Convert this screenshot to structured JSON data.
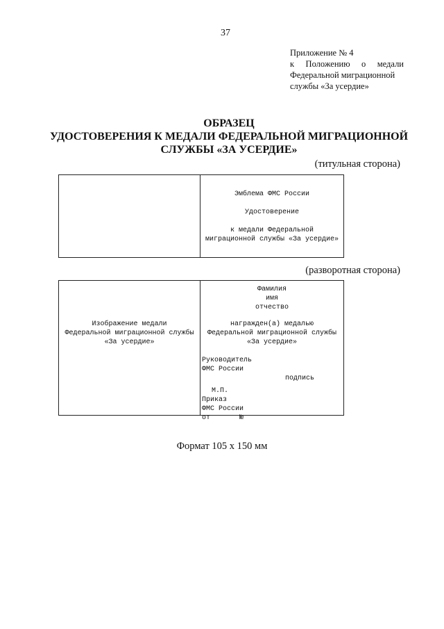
{
  "page_number": "37",
  "appendix": {
    "line1": "Приложение № 4",
    "line2": "к   Положению   о   медали",
    "line3": "Федеральной миграционной",
    "line4": "службы «За усердие»"
  },
  "title": {
    "line1": "ОБРАЗЕЦ",
    "line2": "УДОСТОВЕРЕНИЯ К МЕДАЛИ ФЕДЕРАЛЬНОЙ МИГРАЦИОННОЙ",
    "line3": "СЛУЖБЫ «ЗА УСЕРДИЕ»"
  },
  "front_side": {
    "label": "(титульная сторона)",
    "emblem": "Эмблема ФМС России",
    "certificate": "Удостоверение",
    "medal_line1": "к медали Федеральной",
    "medal_line2": "миграционной службы «За усердие»"
  },
  "spread_side": {
    "label": "(разворотная сторона)",
    "left": {
      "line1": "Изображение медали",
      "line2": "Федеральной миграционной службы",
      "line3": "«За усердие»"
    },
    "right": {
      "surname": "Фамилия",
      "name": "имя",
      "patronymic": "отчество",
      "awarded": "награжден(а) медалью",
      "service": "Федеральной миграционной службы",
      "medal": "«За усердие»",
      "head": "Руководитель",
      "fms": "ФМС России",
      "signature": "подпись",
      "seal": "М.П.",
      "order": "Приказ",
      "order_fms": "ФМС России",
      "from_no": "от       №"
    }
  },
  "format": "Формат 105 х 150 мм"
}
